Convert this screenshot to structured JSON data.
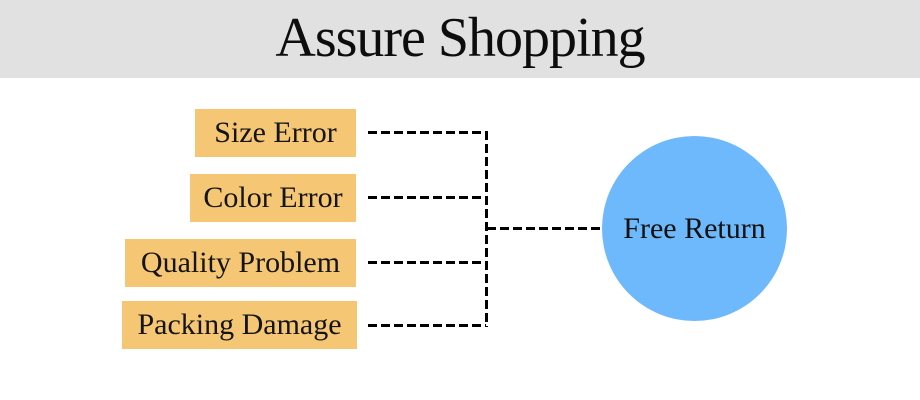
{
  "header": {
    "title": "Assure Shopping",
    "background_color": "#e1e1e1",
    "text_color": "#0d0d0d"
  },
  "diagram": {
    "reasons": [
      {
        "label": "Size Error"
      },
      {
        "label": "Color Error"
      },
      {
        "label": "Quality Problem"
      },
      {
        "label": "Packing Damage"
      }
    ],
    "result": {
      "label": "Free Return"
    },
    "colors": {
      "reason_box": "#f5c673",
      "result_circle": "#6db9fb",
      "connector": "#000000"
    },
    "connector_style": "dashed"
  }
}
